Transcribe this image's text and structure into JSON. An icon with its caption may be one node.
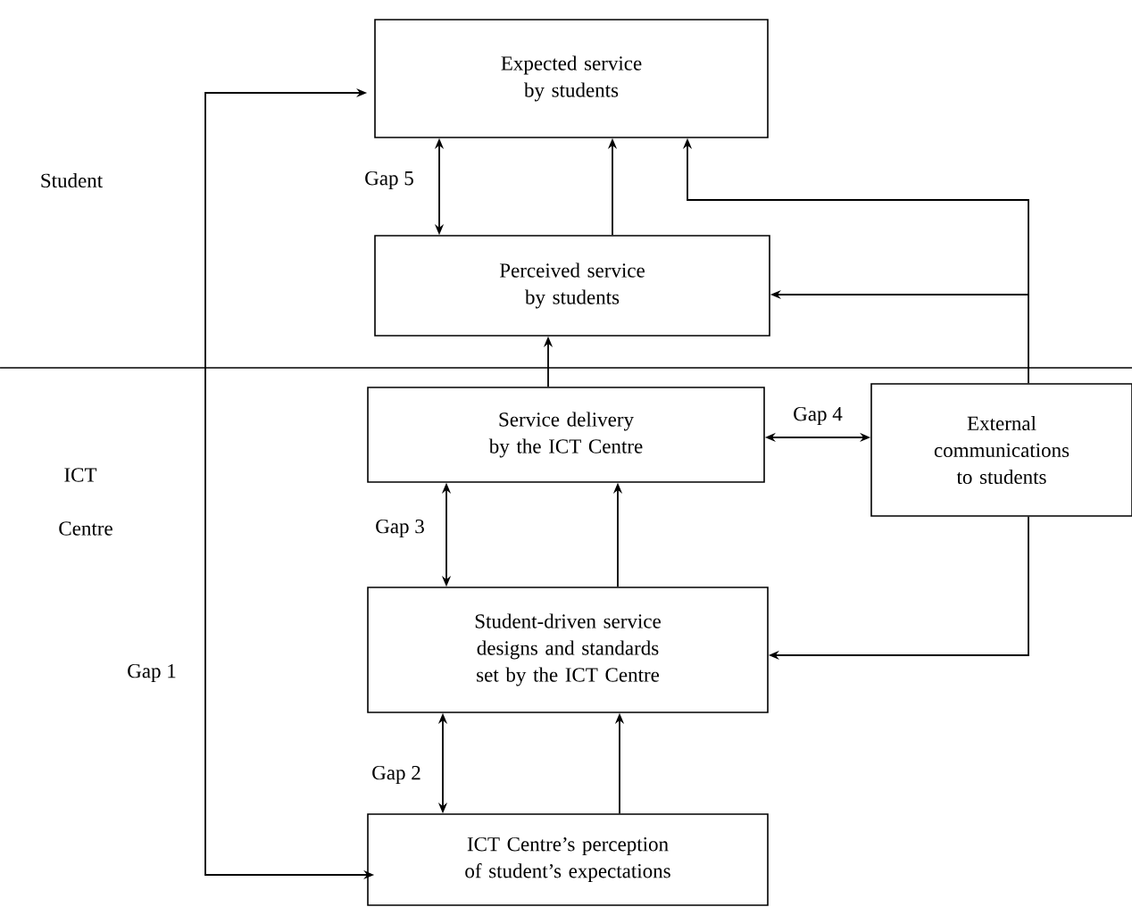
{
  "diagram": {
    "nodes": [
      {
        "text": [
          "Expected service by students"
        ]
      },
      {
        "text": [
          "Perceived service by students"
        ]
      },
      {
        "text": [
          "Service delivery by the ICT Centre"
        ]
      },
      {
        "text": [
          "External communications to students"
        ]
      },
      {
        "text": [
          "Student-driven service designs and standards set by the ICT Centre"
        ]
      },
      {
        "text": [
          "ICT Centre’s perception of student’s expectations"
        ]
      }
    ],
    "edges": [
      {
        "from": 1,
        "to": 0,
        "arrow": "both",
        "label": "Gap 5"
      },
      {
        "from": 1,
        "to": 0,
        "arrow": "to"
      },
      {
        "from": 2,
        "to": 1,
        "arrow": "to"
      },
      {
        "from": 3,
        "to": 0,
        "arrow": "to"
      },
      {
        "from": 3,
        "to": 1,
        "arrow": "to"
      },
      {
        "from": 2,
        "to": 3,
        "arrow": "both",
        "label": "Gap 4"
      },
      {
        "from": 3,
        "to": 4,
        "arrow": "to"
      },
      {
        "from": 4,
        "to": 2,
        "arrow": "both",
        "label": "Gap 3"
      },
      {
        "from": 4,
        "to": 2,
        "arrow": "to"
      },
      {
        "from": 5,
        "to": 4,
        "arrow": "both",
        "label": "Gap 2"
      },
      {
        "from": 5,
        "to": 4,
        "arrow": "to"
      },
      {
        "from": 0,
        "to": 5,
        "arrow": "both",
        "label": "Gap 1"
      }
    ],
    "labels": [
      "Student",
      "ICT",
      "Centre"
    ]
  }
}
